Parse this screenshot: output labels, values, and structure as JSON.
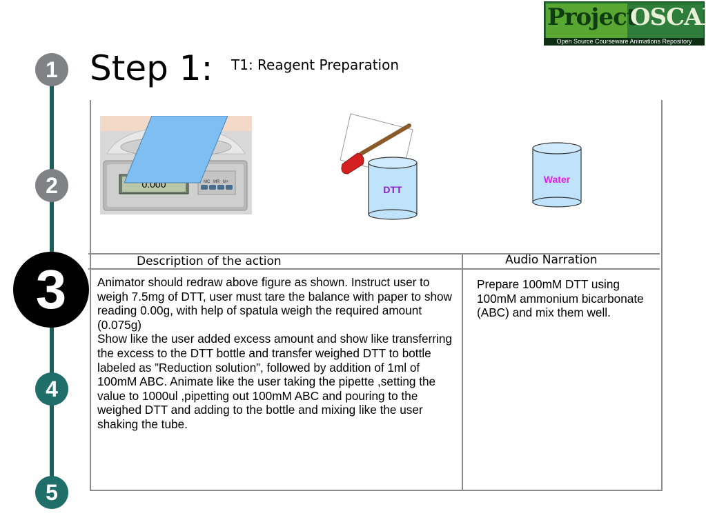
{
  "logo": {
    "word1": "Project",
    "word2": "OSCAR",
    "subtitle": "Open Source Courseware Animations Repository"
  },
  "steps": [
    "1",
    "2",
    "3",
    "4",
    "5"
  ],
  "title": "Step 1:",
  "subtitle": "T1: Reagent Preparation",
  "figure": {
    "balance_reading": "0.000",
    "balance_buttons": [
      "MC",
      "MR",
      "M+"
    ],
    "dtt_label": "DTT",
    "water_label": "Water"
  },
  "table": {
    "description_header": "Description of the action",
    "audio_header": "Audio Narration",
    "description_text": "Animator should redraw above figure as shown. Instruct user to weigh 7.5mg of DTT, user must tare the balance with paper to show reading 0.00g, with help of spatula weigh the required amount (0.075g)\nShow like the user added excess amount and show like transferring the excess to the DTT bottle and transfer weighed DTT to  bottle labeled as ”Reduction solution”, followed by addition of 1ml of 100mM ABC. Animate like the user taking the pipette ,setting the value to 1000ul ,pipetting out 100mM ABC  and pouring to the weighed DTT and adding to the bottle and mixing like the user shaking the tube.",
    "audio_text": "Prepare 100mM DTT using 100mM ammonium bicarbonate (ABC) and mix them well."
  },
  "colors": {
    "rail": "#1d5e5a",
    "step_gray": "#808285",
    "step_teal": "#1f6e6a",
    "bottle_fill": "#bfe3fb",
    "dtt_text": "#8a1fc4",
    "water_text": "#e020e0"
  }
}
